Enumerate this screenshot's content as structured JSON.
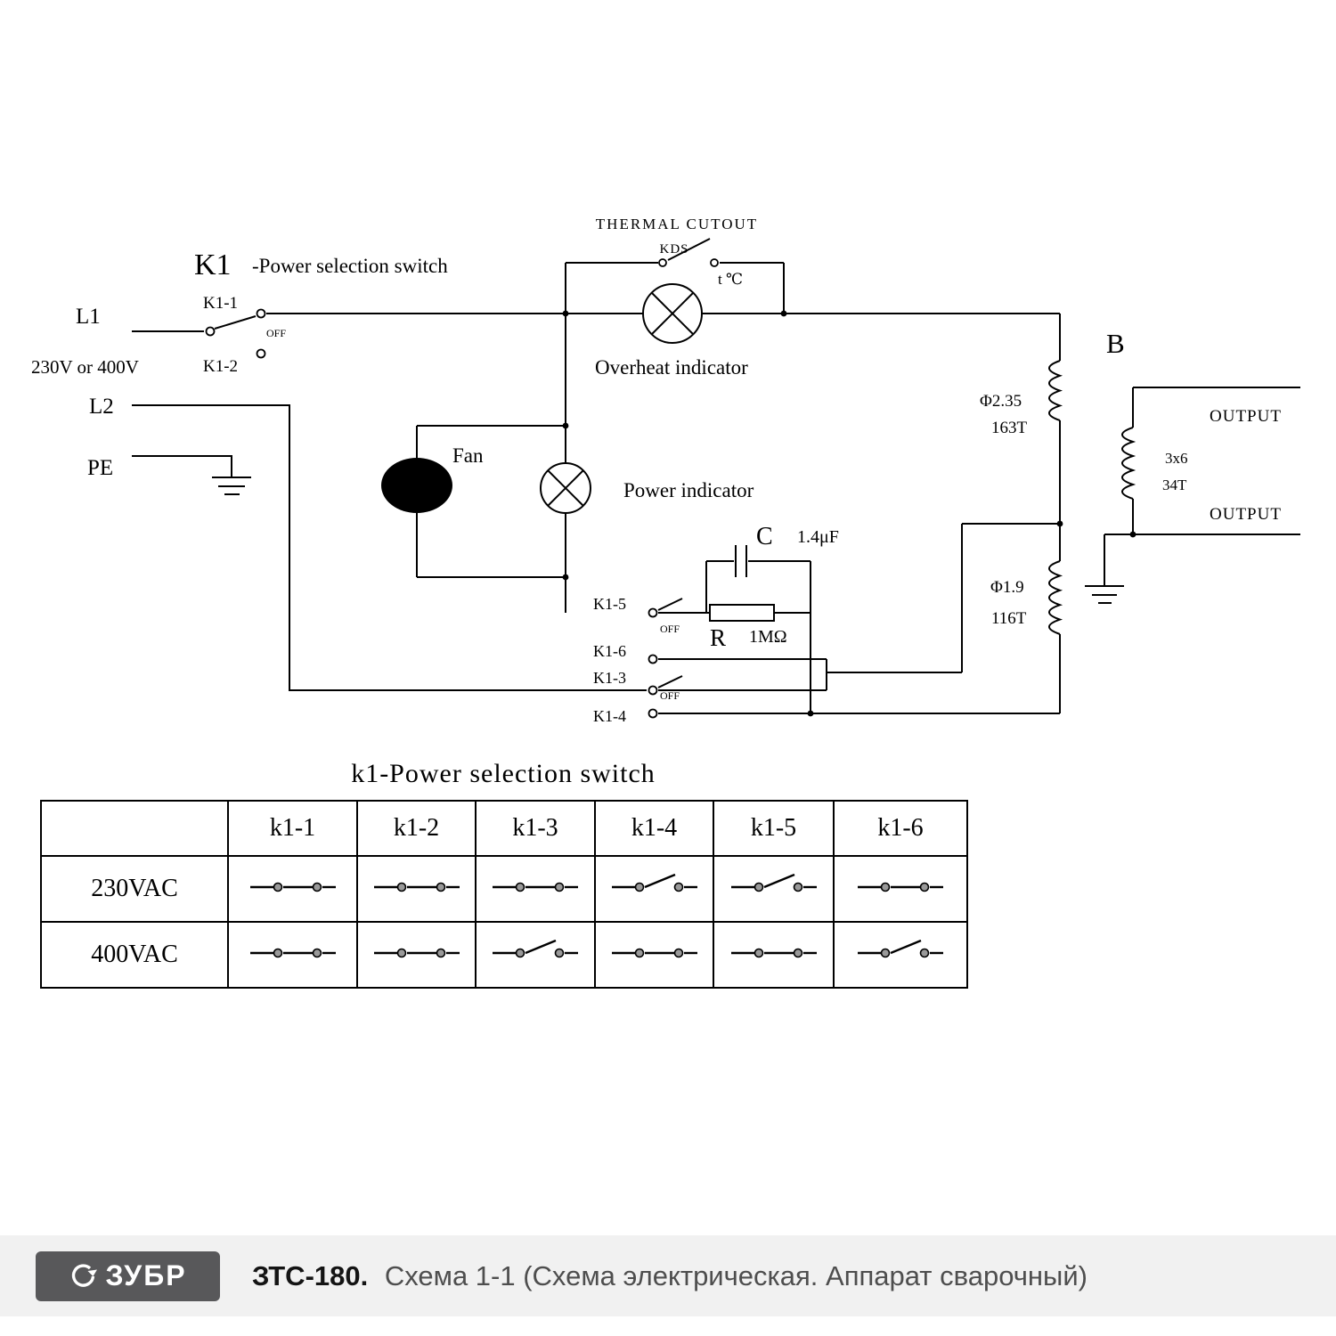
{
  "diagram": {
    "thermal_cutout": "THERMAL  CUTOUT",
    "kds": "KDS",
    "t_c": "t ℃",
    "k1": "K1",
    "k1_desc": "-Power selection switch",
    "l1": "L1",
    "k1_1": "K1-1",
    "off_top": "OFF",
    "k1_2": "K1-2",
    "voltage": "230V or 400V",
    "l2": "L2",
    "pe": "PE",
    "fan": "Fan",
    "overheat": "Overheat indicator",
    "power_ind": "Power indicator",
    "cap_label": "C",
    "cap_value": "1.4μF",
    "res_label": "R",
    "res_value": "1MΩ",
    "k1_5": "K1-5",
    "off_mid": "OFF",
    "k1_6": "K1-6",
    "k1_3": "K1-3",
    "off_bottom": "OFF",
    "k1_4": "K1-4",
    "b": "B",
    "w1_dia": "Φ2.35",
    "w1_turns": "163T",
    "w2_dia": "Φ1.9",
    "w2_turns": "116T",
    "sec_wire": "3x6",
    "sec_turns": "34T",
    "output_top": "OUTPUT",
    "output_bottom": "OUTPUT"
  },
  "table": {
    "title": "k1-Power selection switch",
    "columns": [
      "k1-1",
      "k1-2",
      "k1-3",
      "k1-4",
      "k1-5",
      "k1-6"
    ],
    "rows": [
      {
        "label": "230VAC",
        "states": [
          "closed",
          "closed",
          "closed",
          "open",
          "open",
          "closed"
        ]
      },
      {
        "label": "400VAC",
        "states": [
          "closed",
          "closed",
          "open",
          "closed",
          "closed",
          "open"
        ]
      }
    ]
  },
  "footer": {
    "logo": "ЗУБР",
    "model": "ЗТС-180.",
    "caption": "Схема 1-1 (Схема электрическая. Аппарат сварочный)"
  }
}
